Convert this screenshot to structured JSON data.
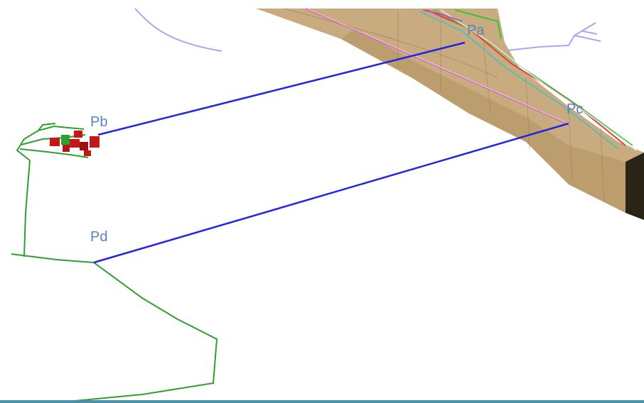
{
  "points": {
    "pa": "Pa",
    "pb": "Pb",
    "pc": "Pc",
    "pd": "Pd"
  },
  "colors": {
    "connector": "#2323e6",
    "tunnel": "#2ea02e",
    "terrain": "#c8ab7f",
    "terrain_side": "#a88c62",
    "water": "#a7a7f4",
    "building": "#c41717",
    "label": "#5b82c0"
  }
}
